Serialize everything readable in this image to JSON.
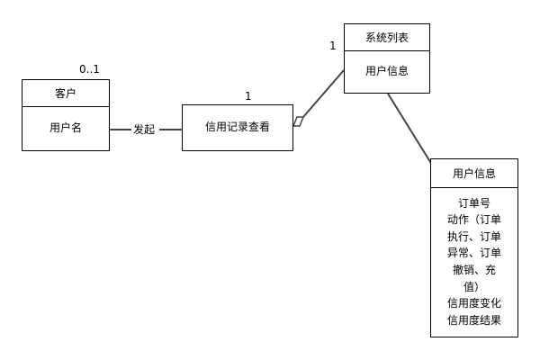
{
  "diagram": {
    "classes": {
      "customer": {
        "title": "客户",
        "body": "用户名"
      },
      "credit": {
        "title": "",
        "body": "信用记录查看"
      },
      "system": {
        "title": "系统列表",
        "body": "用户信息"
      },
      "userinfo": {
        "title": "用户信息",
        "body": [
          "订单号",
          "动作（订单",
          "执行、订单",
          "异常、订单",
          "撤销、充",
          "值）",
          "信用度变化",
          "信用度结果"
        ]
      }
    },
    "labels": {
      "customer_multiplicity": "0..1",
      "association_name": "发起",
      "credit_multiplicity": "1",
      "system_multiplicity": "1"
    },
    "colors": {
      "box_border": "#000000",
      "connector": "#444444",
      "background": "#ffffff"
    }
  }
}
